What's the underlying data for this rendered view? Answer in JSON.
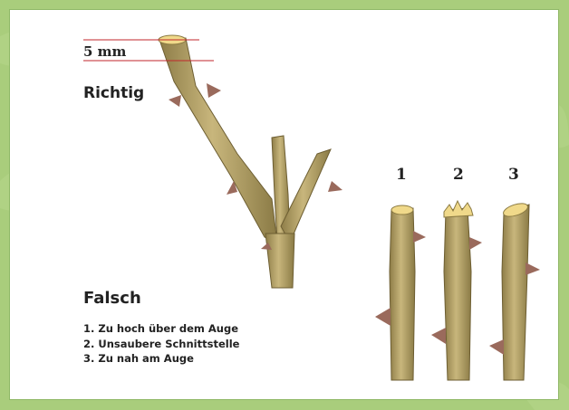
{
  "measure": {
    "label": "5 mm",
    "line_color": "#c0262b"
  },
  "correct": {
    "label": "Richtig"
  },
  "wrong": {
    "heading": "Falsch",
    "numbers": [
      "1",
      "2",
      "3"
    ],
    "items": [
      "1. Zu hoch über dem Auge",
      "2. Unsaubere Schnittstelle",
      "3. Zu nah am Auge"
    ]
  },
  "colors": {
    "background": "#a9cd7c",
    "panel": "#ffffff",
    "stem": "#b7a56a",
    "stem_shadow": "#7e6e3e",
    "cut_surface": "#f0d98a",
    "thorn": "#9a6a5c"
  }
}
